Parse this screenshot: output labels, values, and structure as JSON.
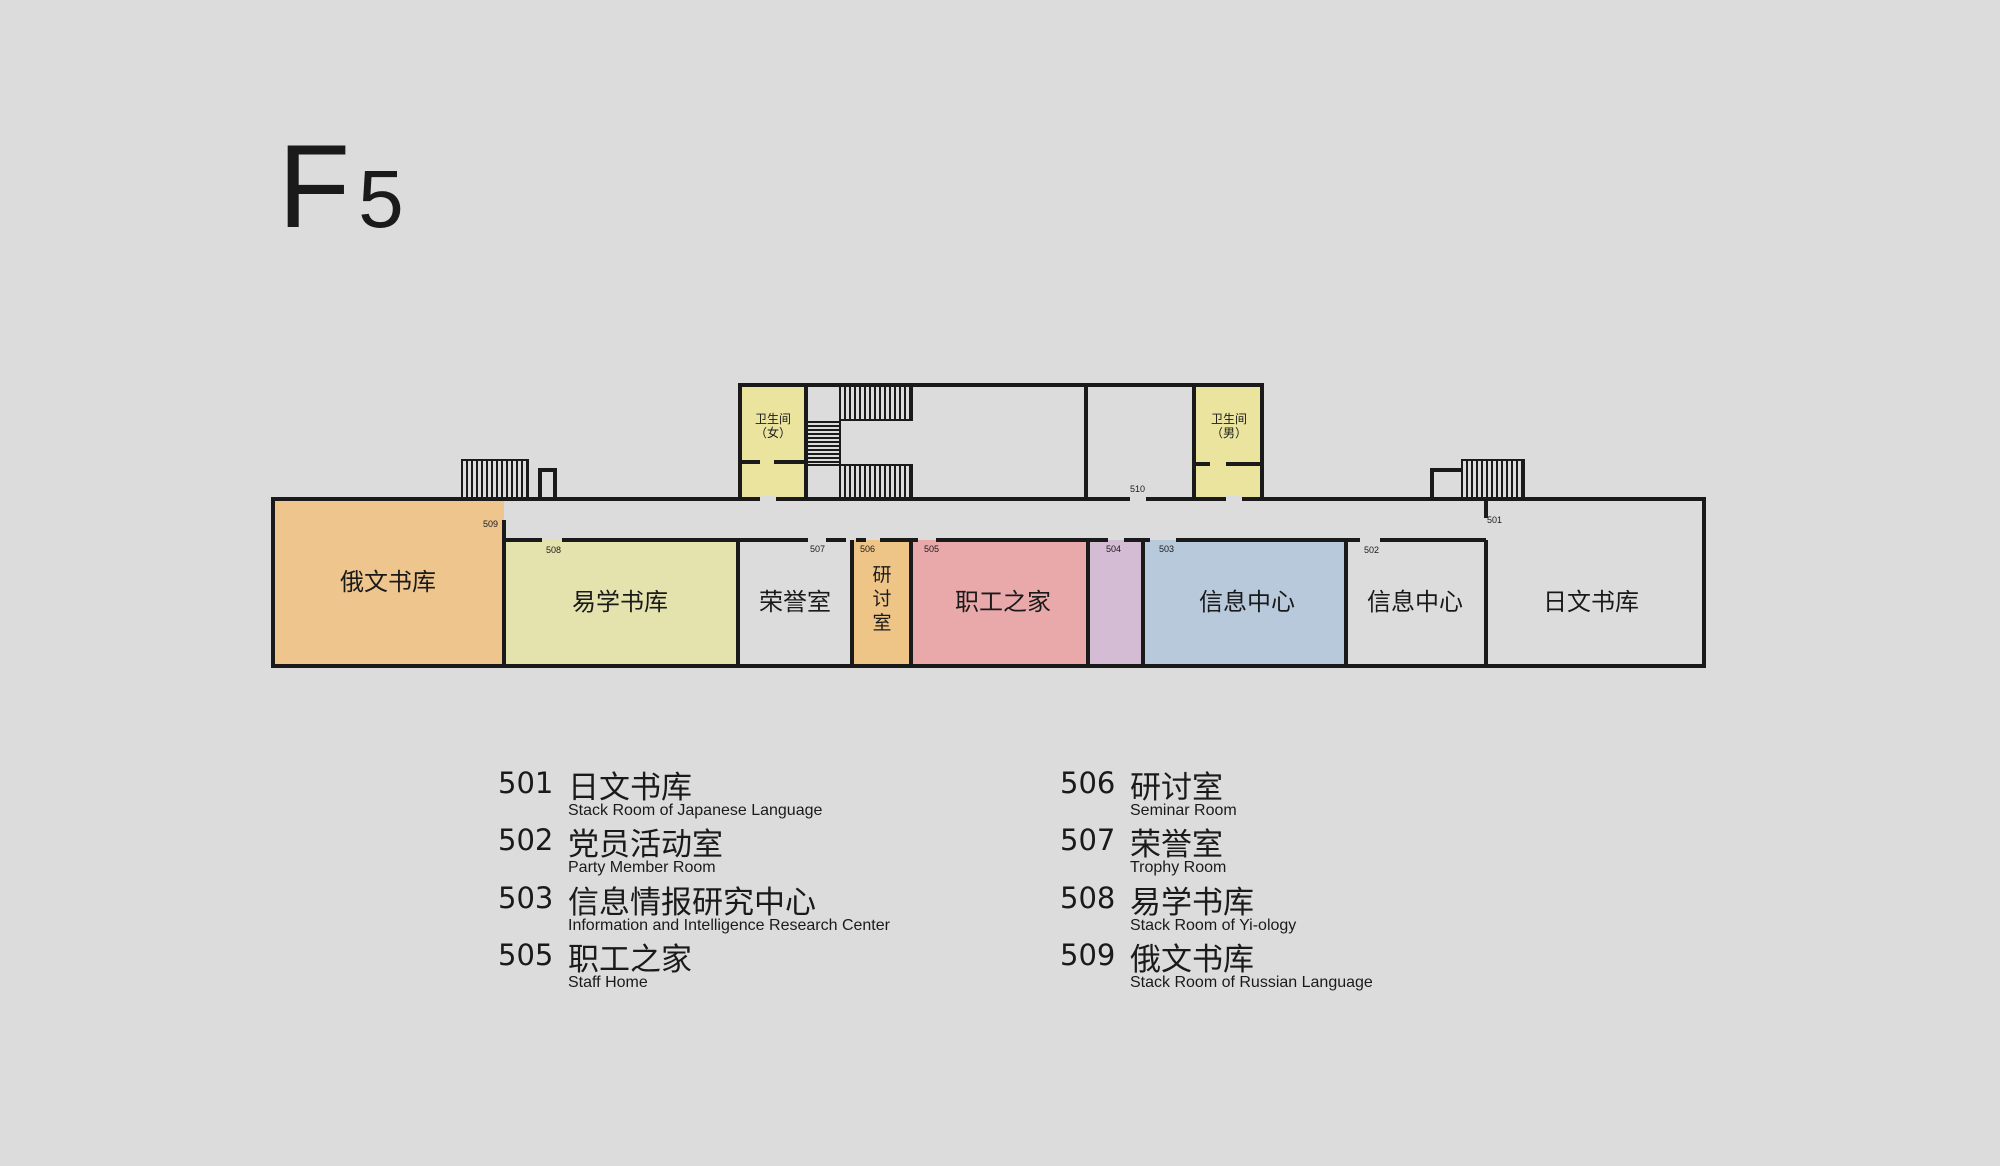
{
  "floor": {
    "letter": "F",
    "number": "5"
  },
  "rooms": {
    "russian": "俄文书库",
    "yixue": "易学书库",
    "trophy": "荣誉室",
    "seminar": [
      "研",
      "讨",
      "室"
    ],
    "staff": "职工之家",
    "info1": "信息中心",
    "info2": "信息中心",
    "japanese": "日文书库",
    "wc_female": [
      "卫生间",
      "（女）"
    ],
    "wc_male": [
      "卫生间",
      "（男）"
    ]
  },
  "room_numbers": {
    "n509": "509",
    "n508": "508",
    "n507": "507",
    "n506": "506",
    "n505": "505",
    "n504": "504",
    "n503": "503",
    "n502": "502",
    "n501": "501",
    "n510": "510"
  },
  "colors": {
    "russian": "#edc58d",
    "yixue": "#e4e3ad",
    "seminar": "#eec487",
    "staff": "#e9a9ab",
    "room504": "#d4bcd4",
    "info": "#b8c9dc",
    "wc": "#eae49f",
    "wall": "#1a1a1a"
  },
  "legend": [
    {
      "num": "501",
      "zh": "日文书库",
      "en": "Stack Room of Japanese Language"
    },
    {
      "num": "502",
      "zh": "党员活动室",
      "en": "Party Member Room"
    },
    {
      "num": "503",
      "zh": "信息情报研究中心",
      "en": "Information and Intelligence Research Center"
    },
    {
      "num": "505",
      "zh": "职工之家",
      "en": "Staff Home"
    },
    {
      "num": "506",
      "zh": "研讨室",
      "en": "Seminar Room"
    },
    {
      "num": "507",
      "zh": "荣誉室",
      "en": "Trophy Room"
    },
    {
      "num": "508",
      "zh": "易学书库",
      "en": "Stack Room of Yi-ology"
    },
    {
      "num": "509",
      "zh": "俄文书库",
      "en": "Stack Room of Russian Language"
    }
  ]
}
